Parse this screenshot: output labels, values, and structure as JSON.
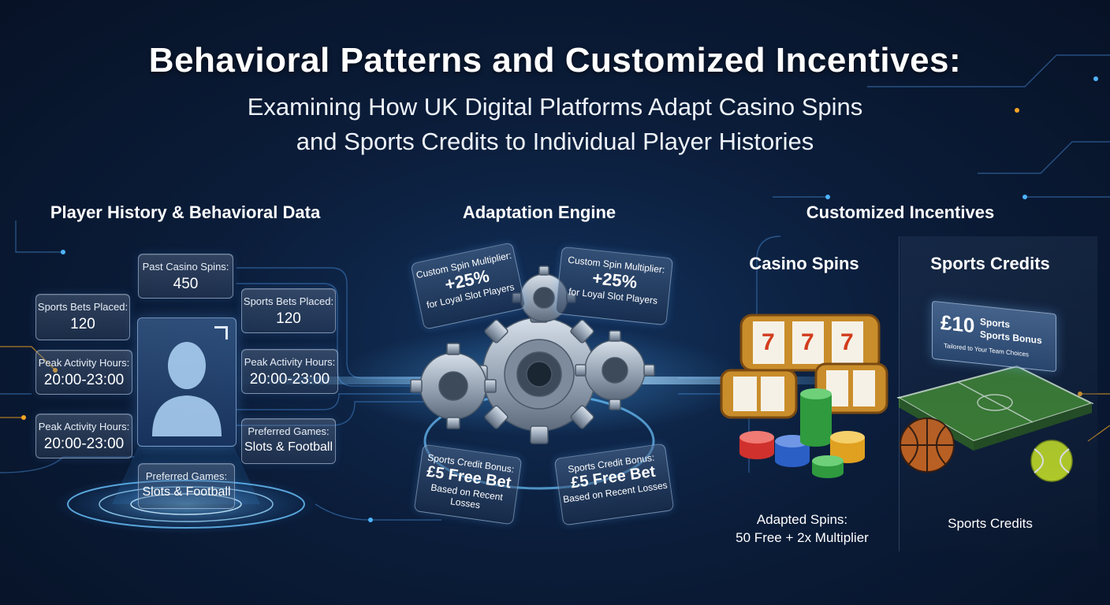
{
  "header": {
    "title": "Behavioral Patterns and Customized Incentives:",
    "subtitle_line1": "Examining How UK Digital Platforms Adapt Casino Spins",
    "subtitle_line2": "and Sports Credits to Individual Player Histories"
  },
  "sections": {
    "left": "Player History & Behavioral Data",
    "center": "Adaptation Engine",
    "right": "Customized Incentives"
  },
  "player_data": {
    "past_spins": {
      "label": "Past Casino Spins:",
      "value": "450"
    },
    "sports_bets_left": {
      "label": "Sports Bets Placed:",
      "value": "120"
    },
    "sports_bets_right": {
      "label": "Sports Bets Placed:",
      "value": "120"
    },
    "peak_hours_left_1": {
      "label": "Peak Activity Hours:",
      "value": "20:00-23:00"
    },
    "peak_hours_right": {
      "label": "Peak Activity Hours:",
      "value": "20:00-23:00"
    },
    "peak_hours_left_2": {
      "label": "Peak Activity Hours:",
      "value": "20:00-23:00"
    },
    "preferred_right": {
      "label": "Preferred Games:",
      "value": "Slots & Football"
    },
    "preferred_bottom": {
      "label": "Preferred Games:",
      "value": "Slots & Football"
    }
  },
  "engine": {
    "banner_tl": {
      "line1": "Custom Spin Multiplier:",
      "line2": "+25%",
      "line3": "for Loyal Slot Players"
    },
    "banner_tr": {
      "line1": "Custom Spin Multiplier:",
      "line2": "+25%",
      "line3": "for Loyal Slot Players"
    },
    "banner_bl": {
      "line1": "Sports Credit Bonus:",
      "line2": "£5 Free Bet",
      "line3": "Based on Recent Losses"
    },
    "banner_br": {
      "line1": "Sports Credit Bonus:",
      "line2": "£5 Free Bet",
      "line3": "Based on Recent Losses"
    }
  },
  "incentives": {
    "casino_title": "Casino Spins",
    "sports_title": "Sports Credits",
    "casino_caption_1": "Adapted Spins:",
    "casino_caption_2": "50 Free + 2x Multiplier",
    "sports_caption": "Sports Credits",
    "sign_amount": "£10",
    "sign_line1": "Sports",
    "sign_line2": "Sports Bonus",
    "sign_line3": "Tailored to Your Team Choices",
    "slot_digits": [
      "7",
      "7",
      "7"
    ]
  },
  "colors": {
    "background": "#0b1d3a",
    "accent_blue": "#4fb3ff",
    "accent_orange": "#f5a623",
    "gear_silver": "#a9b6c6",
    "field_green": "#3f8a2f"
  }
}
